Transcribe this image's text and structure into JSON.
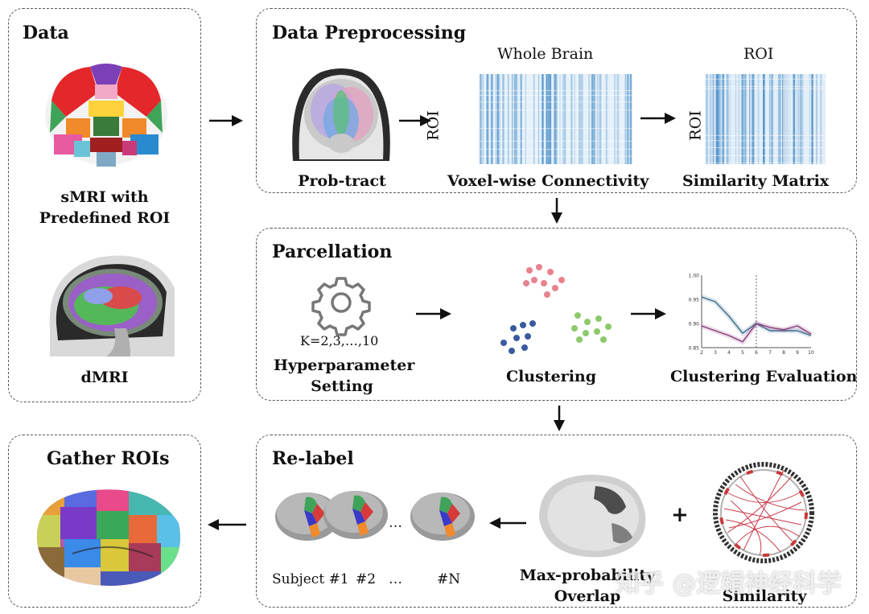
{
  "panels": {
    "data": {
      "title": "Data",
      "smri_label_1": "sMRI with",
      "smri_label_2": "Predefined ROI",
      "dmri_label": "dMRI"
    },
    "preprocessing": {
      "title": "Data Preprocessing",
      "prob_tract_label": "Prob-tract",
      "whole_brain_label": "Whole Brain",
      "roi_top_label": "ROI",
      "roi_axis_label": "ROI",
      "voxel_label": "Voxel-wise Connectivity",
      "similarity_label": "Similarity Matrix"
    },
    "parcellation": {
      "title": "Parcellation",
      "k_range": "K=2,3,…,10",
      "hyper_label_1": "Hyperparameter",
      "hyper_label_2": "Setting",
      "clustering_label": "Clustering",
      "evaluation_label": "Clustering Evaluation"
    },
    "relabel": {
      "title": "Re-label",
      "subject_1": "Subject #1",
      "subject_2": "#2",
      "ellipsis": "…",
      "subject_n": "#N",
      "maxprob_label_1": "Max-probability",
      "maxprob_label_2": "Overlap",
      "plus": "+",
      "similarity_label_2": "Similarity"
    },
    "gather": {
      "title": "Gather ROIs"
    }
  },
  "watermark": "知乎 @逻辑神经科学",
  "colors": {
    "matrix_blue": "#4a8fc7",
    "cluster_red": "#e8828f",
    "cluster_blue": "#3a5aa0",
    "cluster_green": "#8cc96a",
    "arrow": "#111111"
  },
  "chart_data": {
    "type": "line",
    "x": [
      2,
      3,
      4,
      5,
      6,
      7,
      8,
      9,
      10
    ],
    "ylim": [
      0.85,
      1.0
    ],
    "yticks": [
      0.85,
      0.9,
      0.95,
      1.0
    ],
    "ytick_labels": [
      "0.85",
      "0.90",
      "0.95",
      "1.00"
    ],
    "series": [
      {
        "color": "#3f6f8f",
        "values": [
          0.955,
          0.945,
          0.915,
          0.88,
          0.9,
          0.885,
          0.885,
          0.885,
          0.875
        ]
      },
      {
        "color": "#8a3a7a",
        "values": [
          0.895,
          0.885,
          0.875,
          0.862,
          0.9,
          0.892,
          0.887,
          0.895,
          0.878
        ]
      }
    ],
    "vline_x": 6
  }
}
